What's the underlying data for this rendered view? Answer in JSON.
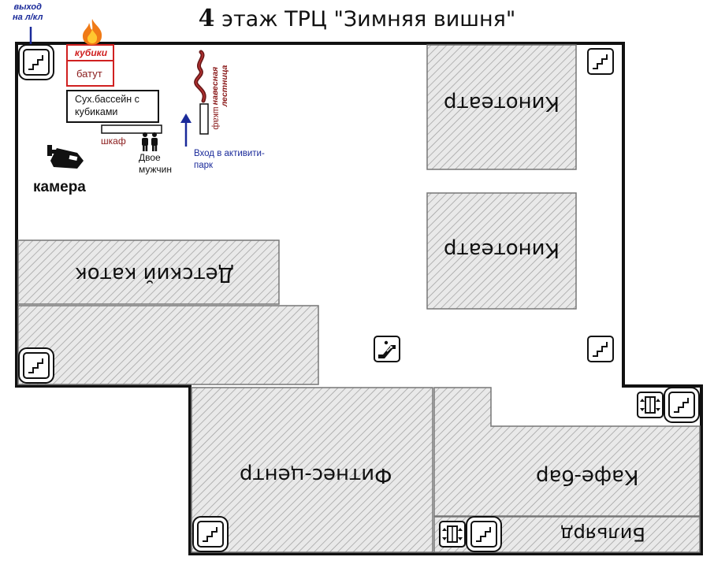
{
  "title": {
    "number": "4",
    "text": "этаж ТРЦ \"Зимняя вишня\""
  },
  "exit_note": {
    "line1": "выход",
    "line2": "на л/кл"
  },
  "zones": {
    "kubiki": "кубики",
    "batut": "батут",
    "dry_pool": "Сух.бассейн с кубиками",
    "wardrobe_horizontal": "шкаф",
    "wardrobe_vertical": "шкаф",
    "two_men": "Двое мужчин",
    "camera": "камера",
    "hanging_stairs": "навесная лестница",
    "entrance": "Вход в активити-парк"
  },
  "areas": {
    "cinema_top": "Кинотеатр",
    "cinema_bottom": "Кинотеатр",
    "kids_rink": "Детский каток",
    "fitness": "Фитнес-центр",
    "cafe_bar": "Кафе-бар",
    "billiards": "Бильярд"
  },
  "colors": {
    "blue_text": "#1a2a9a",
    "dark_red": "#8a1a1a",
    "red_frame": "#d02020",
    "hatch_bg": "#e8e8e8",
    "hatch_line": "#9a9a9a"
  },
  "icons": [
    "stairs-icon",
    "escalator-icon",
    "elevator-icon",
    "camera-icon",
    "fire-icon",
    "people-icon",
    "arrow-up-icon",
    "arrow-down-icon"
  ]
}
